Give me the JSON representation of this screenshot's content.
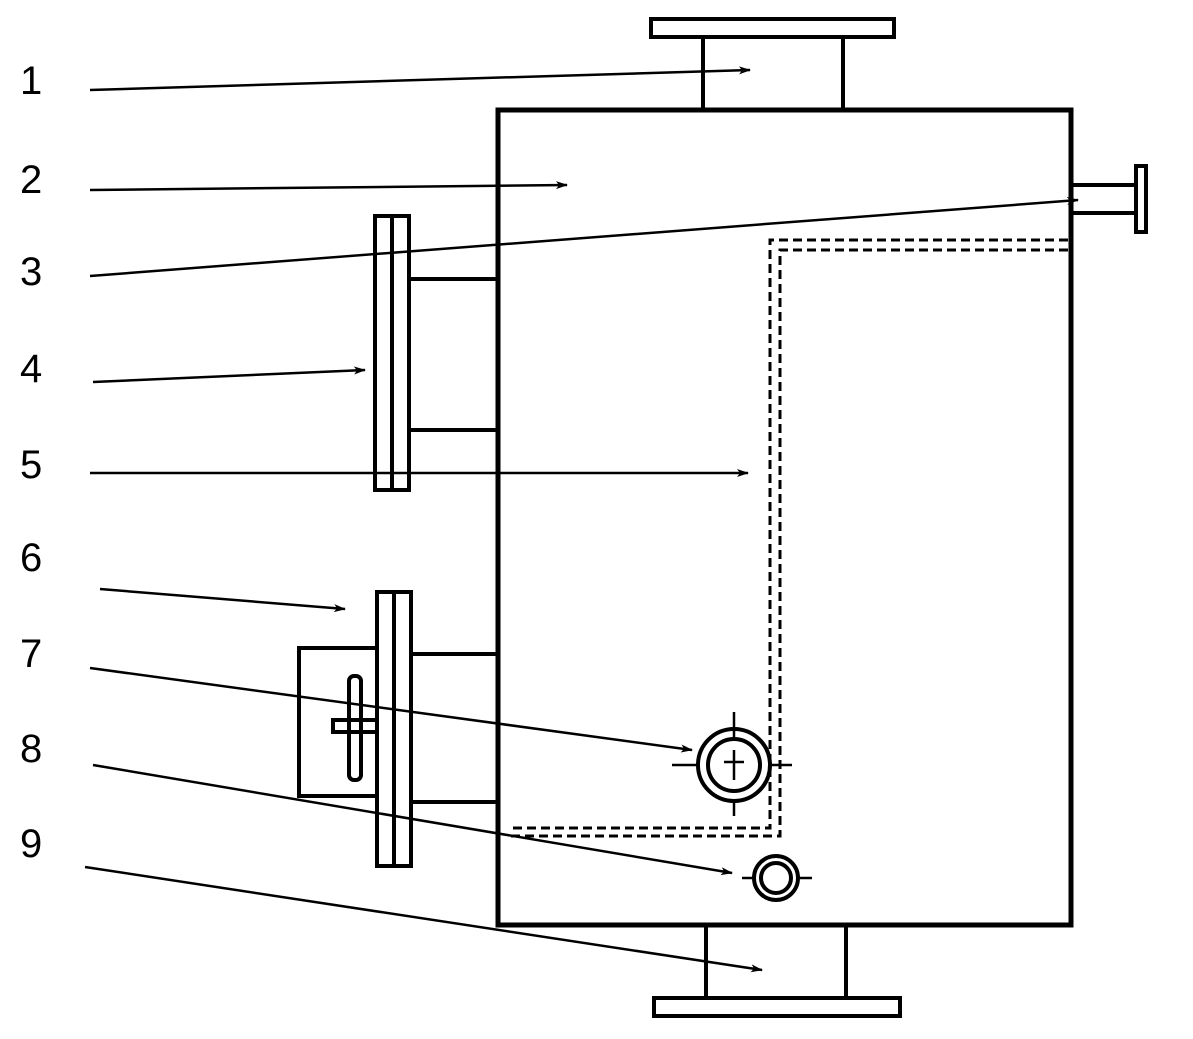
{
  "labels": [
    "1",
    "2",
    "3",
    "4",
    "5",
    "6",
    "7",
    "8",
    "9"
  ],
  "colors": {
    "line": "#000000",
    "background": "#ffffff"
  }
}
